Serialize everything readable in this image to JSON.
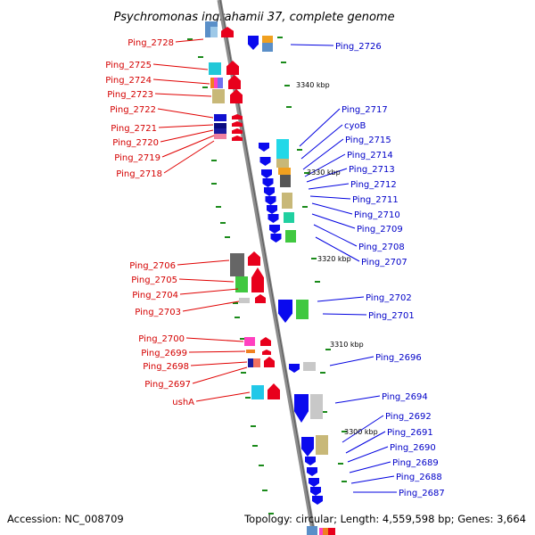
{
  "title": "Psychromonas ingrahamii 37, complete genome",
  "footer": {
    "accession": "Accession: NC_008709",
    "summary": "Topology: circular; Length: 4,559,598 bp; Genes: 3,664"
  },
  "colors": {
    "forward": "#e8001c",
    "reverse": "#0a0aee",
    "backbone": "#8c8c8c",
    "tick": "#1a8a1a"
  },
  "scale_labels": [
    "3340 kbp",
    "3330 kbp",
    "3320 kbp",
    "3310 kbp",
    "3300 kbp"
  ],
  "left_genes": [
    "Ping_2728",
    "Ping_2725",
    "Ping_2724",
    "Ping_2723",
    "Ping_2722",
    "Ping_2721",
    "Ping_2720",
    "Ping_2719",
    "Ping_2718",
    "Ping_2706",
    "Ping_2705",
    "Ping_2704",
    "Ping_2703",
    "Ping_2700",
    "Ping_2699",
    "Ping_2698",
    "Ping_2697",
    "ushA"
  ],
  "right_genes": [
    "Ping_2726",
    "Ping_2717",
    "cyoB",
    "Ping_2715",
    "Ping_2714",
    "Ping_2713",
    "Ping_2712",
    "Ping_2711",
    "Ping_2710",
    "Ping_2709",
    "Ping_2708",
    "Ping_2707",
    "Ping_2702",
    "Ping_2701",
    "Ping_2696",
    "Ping_2694",
    "Ping_2692",
    "Ping_2691",
    "Ping_2690",
    "Ping_2689",
    "Ping_2688",
    "Ping_2687"
  ]
}
